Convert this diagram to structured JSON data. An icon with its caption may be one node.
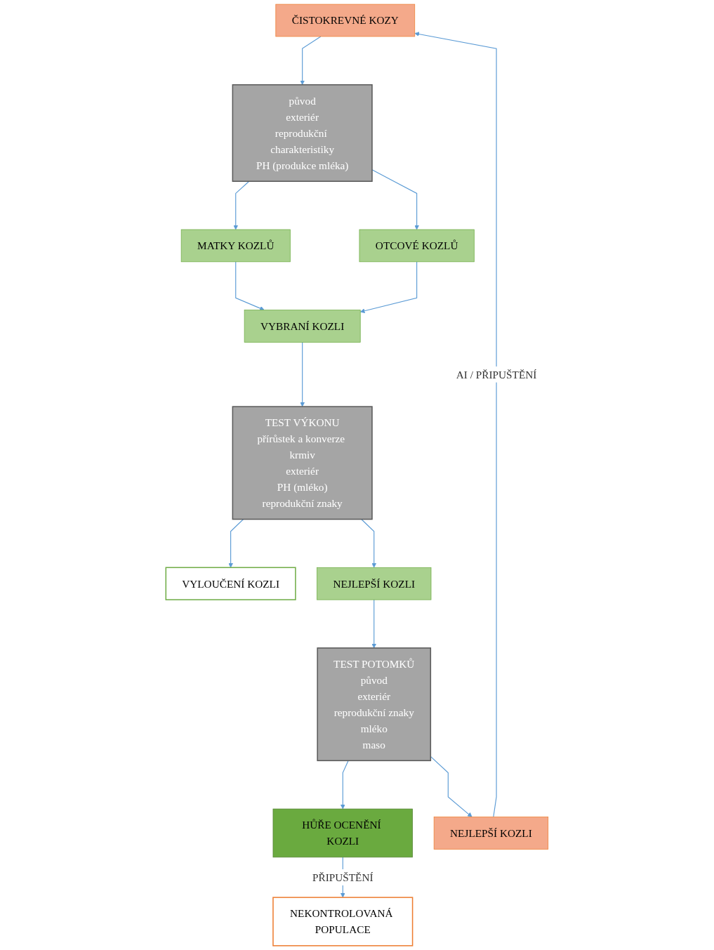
{
  "diagram": {
    "nodes": [
      {
        "text": [
          "NEKONTROLOVANÁ POPULACE"
        ]
      },
      {
        "text": [
          "ČISTOKREVNÉ KOZY"
        ]
      },
      {
        "text": [
          "původ",
          "exteriér",
          "reprodukční charakteristiky",
          "PH (produkce mléka)"
        ]
      },
      {
        "text": [
          "MATKY KOZLŮ"
        ]
      },
      {
        "text": [
          "OTCOVÉ KOZLŮ"
        ]
      },
      {
        "text": [
          "VYBRANÍ KOZLI"
        ]
      },
      {
        "text": [
          "TEST VÝKONU",
          "přírůstek a konverze krmiv",
          "exteriér",
          "PH (mléko)",
          "reprodukční znaky"
        ]
      },
      {
        "text": [
          "VYLOUČENÍ KOZLI"
        ]
      },
      {
        "text": [
          "NEJLEPŠÍ KOZLI"
        ]
      },
      {
        "text": [
          "TEST POTOMKŮ",
          "původ",
          "exteriér",
          "reprodukční znaky",
          "mléko",
          "maso"
        ]
      },
      {
        "text": [
          "HŮŘE OCENĚNÍ KOZLI"
        ]
      },
      {
        "text": [
          "NEJLEPŠÍ KOZLI"
        ]
      }
    ],
    "edges": [
      {
        "from": 1,
        "to": 2,
        "arrow": "to"
      },
      {
        "from": 2,
        "to": 3,
        "arrow": "to"
      },
      {
        "from": 2,
        "to": 4,
        "arrow": "to"
      },
      {
        "from": 3,
        "to": 5,
        "arrow": "to"
      },
      {
        "from": 4,
        "to": 5,
        "arrow": "to"
      },
      {
        "from": 5,
        "to": 6,
        "arrow": "to"
      },
      {
        "from": 6,
        "to": 7,
        "arrow": "to"
      },
      {
        "from": 6,
        "to": 8,
        "arrow": "to"
      },
      {
        "from": 8,
        "to": 9,
        "arrow": "to"
      },
      {
        "from": 9,
        "to": 10,
        "arrow": "to"
      },
      {
        "from": 9,
        "to": 11,
        "arrow": "to"
      },
      {
        "from": 10,
        "to": 0,
        "label": "PŘIPUŠTĚNÍ",
        "arrow": "to"
      },
      {
        "from": 11,
        "to": 1,
        "label": "AI / PŘIPUŠTĚNÍ",
        "arrow": "to"
      }
    ]
  }
}
